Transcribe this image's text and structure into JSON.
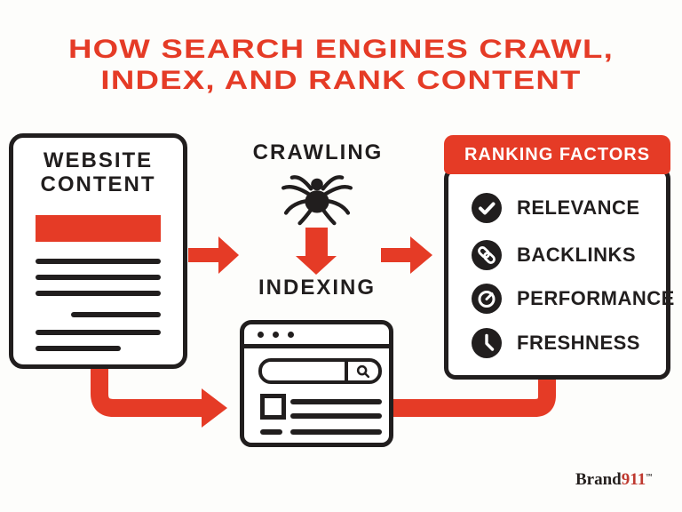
{
  "title": {
    "line1": "HOW SEARCH ENGINES CRAWL,",
    "line2": "INDEX, AND RANK CONTENT"
  },
  "colors": {
    "accent_red": "#E53B26",
    "ink_black": "#211E1E",
    "background": "#FDFDFB",
    "brand_red": "#BF3A30"
  },
  "website_card": {
    "title_line1": "WEBSITE",
    "title_line2": "CONTENT"
  },
  "flow": {
    "crawling_label": "CRAWLING",
    "indexing_label": "INDEXING"
  },
  "ranking": {
    "header": "RANKING FACTORS",
    "items": [
      {
        "label": "RELEVANCE",
        "icon": "check-icon"
      },
      {
        "label": "BACKLINKS",
        "icon": "link-icon"
      },
      {
        "label": "PERFORMANCE",
        "icon": "gauge-icon"
      },
      {
        "label": "FRESHNESS",
        "icon": "clock-icon"
      }
    ]
  },
  "branding": {
    "name_prefix": "Brand",
    "name_suffix": "911",
    "tm": "™"
  }
}
